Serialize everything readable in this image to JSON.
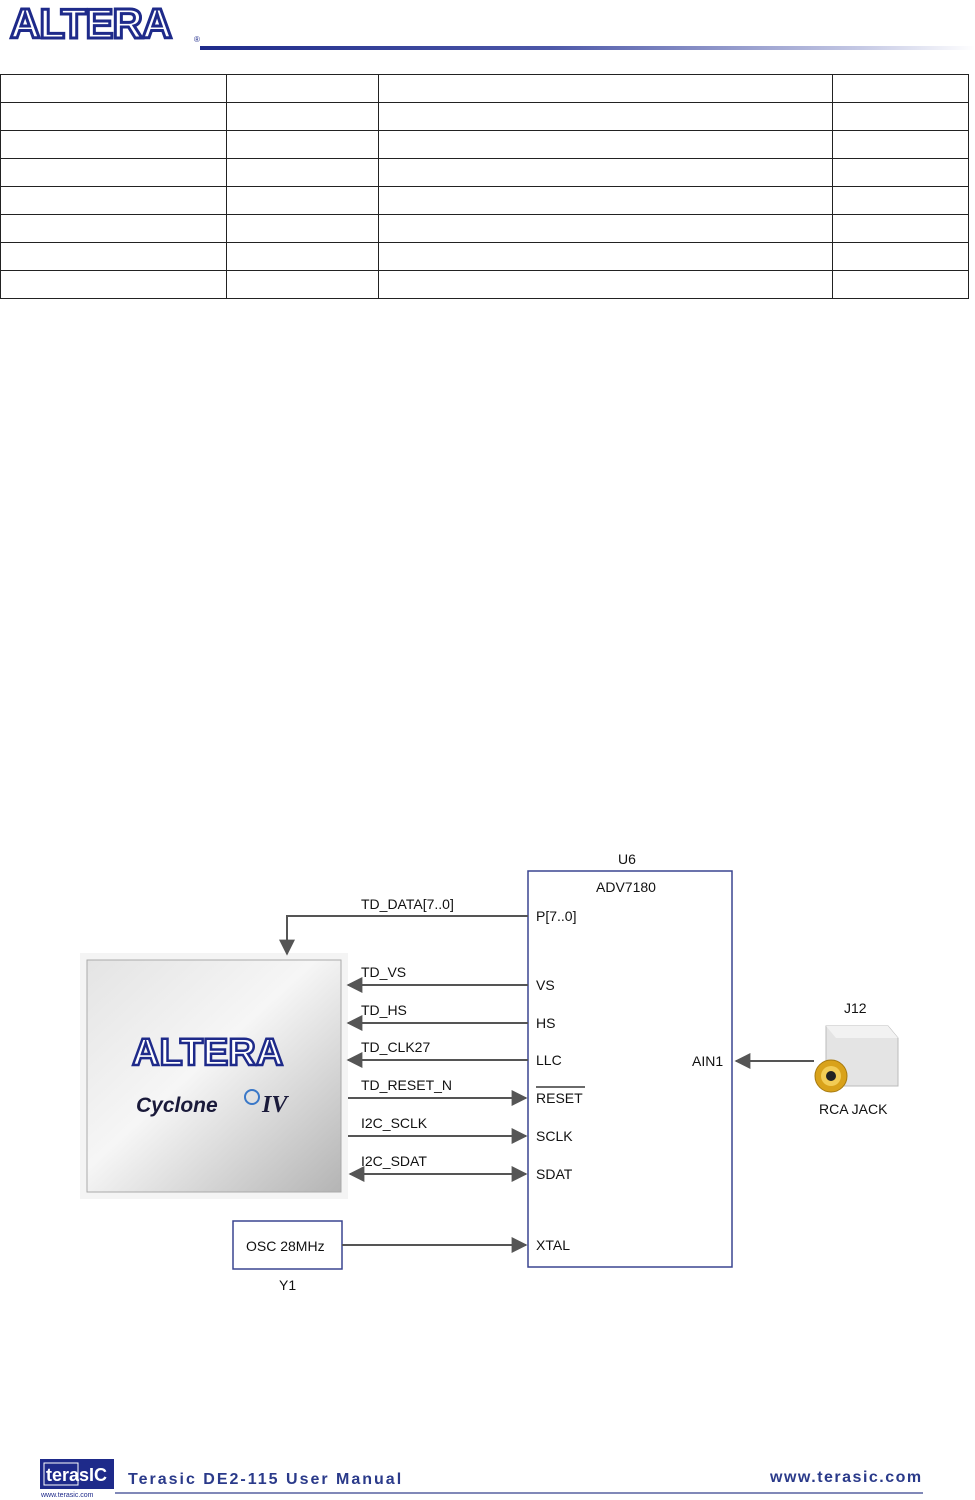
{
  "header": {
    "logo_text": "ALTERA"
  },
  "pin_table": {
    "rows": [
      [
        "",
        "",
        "",
        ""
      ],
      [
        "",
        "",
        "",
        ""
      ],
      [
        "",
        "",
        "",
        ""
      ],
      [
        "",
        "",
        "",
        ""
      ],
      [
        "",
        "",
        "",
        ""
      ],
      [
        "",
        "",
        "",
        ""
      ],
      [
        "",
        "",
        "",
        ""
      ],
      [
        "",
        "",
        "",
        ""
      ]
    ]
  },
  "diagram": {
    "decoder_ref": "U6",
    "decoder_part": "ADV7180",
    "decoder_pins": {
      "data": "P[7..0]",
      "vs": "VS",
      "hs": "HS",
      "llc": "LLC",
      "reset": "RESET",
      "sclk": "SCLK",
      "sdat": "SDAT",
      "xtal": "XTAL",
      "ain1": "AIN1"
    },
    "signals": {
      "data": "TD_DATA[7..0]",
      "vs": "TD_VS",
      "hs": "TD_HS",
      "clk": "TD_CLK27",
      "reset": "TD_RESET_N",
      "sclk": "I2C_SCLK",
      "sdat": "I2C_SDAT"
    },
    "fpga": {
      "brand": "ALTERA",
      "family": "Cyclone",
      "family_suffix": "IV"
    },
    "oscillator": {
      "label": "OSC 28MHz",
      "ref": "Y1"
    },
    "connector": {
      "ref": "J12",
      "label": "RCA JACK"
    }
  },
  "footer": {
    "logo_text": "terasIC",
    "logo_url": "www.terasic.com",
    "title": "Terasic DE2-115 User Manual",
    "url": "www.terasic.com"
  }
}
